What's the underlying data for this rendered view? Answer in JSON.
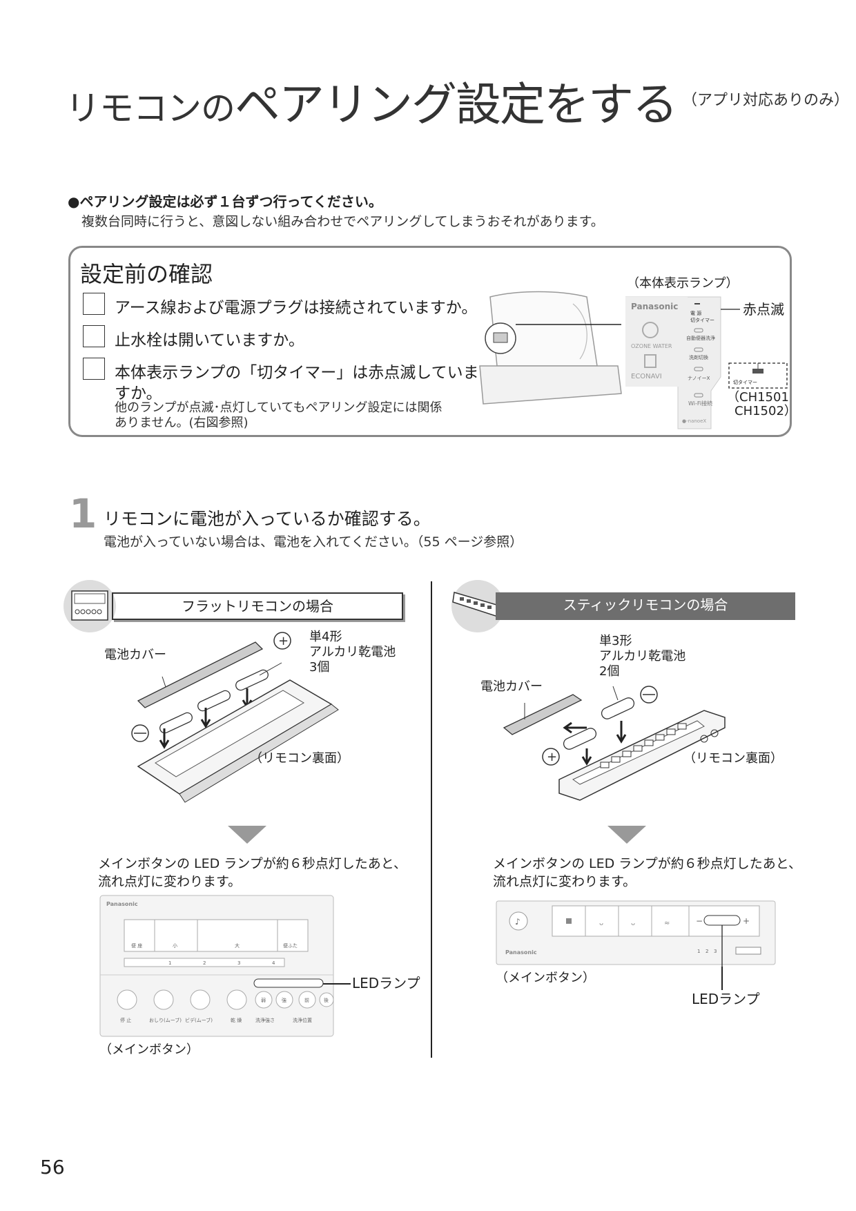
{
  "page": {
    "title_small": "リモコンの",
    "title_big": "ペアリング設定をする",
    "title_note": "（アプリ対応ありのみ）",
    "page_number": "56"
  },
  "warning": {
    "heading": "●ペアリング設定は必ず１台ずつ行ってください。",
    "body": "複数台同時に行うと、意図しない組み合わせでペアリングしてしまうおそれがあります。"
  },
  "confirm": {
    "title": "設定前の確認",
    "items": [
      "アース線および電源プラグは接続されていますか。",
      "止水栓は開いていますか。",
      "本体表示ランプの「切タイマー」は赤点滅していま",
      "すか。"
    ],
    "note_line1": "他のランプが点滅･点灯していてもペアリング設定には関係",
    "note_line2": "ありません。(右図参照)",
    "panel_caption": "（本体表示ランプ）",
    "panel_callout": "赤点滅",
    "panel_brand": "Panasonic",
    "panel_ozone": "OZONE WATER",
    "panel_econavi": "ECONAVI",
    "panel_nanoe": "●-nanoeX",
    "panel_lamps": [
      "電 源",
      "切タイマー",
      "自動便器洗浄",
      "洗剤切換",
      "ナノイーX",
      "Wi-Fi接続"
    ],
    "panel_highlight": "切タイマー",
    "models_line1": "（CH1501",
    "models_line2": "CH1502）"
  },
  "step1": {
    "number": "1",
    "title": "リモコンに電池が入っているか確認する。",
    "sub": "電池が入っていない場合は、電池を入れてください。（55 ページ参照）"
  },
  "flat": {
    "header": "フラットリモコンの場合",
    "battery_cover": "電池カバー",
    "battery_type": "単4形",
    "battery_kind": "アルカリ乾電池",
    "battery_count": "3個",
    "back_caption": "（リモコン裏面）",
    "plus": "+",
    "result_line1": "メインボタンの LED ランプが約６秒点灯したあと、",
    "result_line2": "流れ点灯に変わります。",
    "main_caption": "（メインボタン）",
    "led_label": "LEDランプ",
    "remote_brand": "Panasonic",
    "row1": [
      "便 座",
      "小",
      "大",
      "便ふた"
    ],
    "row2": [
      "1",
      "2",
      "3",
      "4"
    ],
    "row3": [
      "停 止",
      "おしり(ムーブ)",
      "ビデ(ムーブ)",
      "乾 燥",
      "洗浄強さ",
      "洗浄位置"
    ],
    "strength": [
      "弱",
      "強"
    ],
    "position": [
      "前",
      "後"
    ]
  },
  "stick": {
    "header": "スティックリモコンの場合",
    "battery_type": "単3形",
    "battery_kind": "アルカリ乾電池",
    "battery_count": "2個",
    "battery_cover": "電池カバー",
    "back_caption": "（リモコン裏面）",
    "plus": "+",
    "result_line1": "メインボタンの LED ランプが約６秒点灯したあと、",
    "result_line2": "流れ点灯に変わります。",
    "main_caption": "（メインボタン）",
    "led_label": "LEDランプ",
    "remote_brand": "Panasonic",
    "bottom_nums": [
      "1",
      "2",
      "3"
    ]
  },
  "colors": {
    "stick_header_bg": "#6e6e6e",
    "border": "#888888",
    "step_number": "#999999"
  }
}
